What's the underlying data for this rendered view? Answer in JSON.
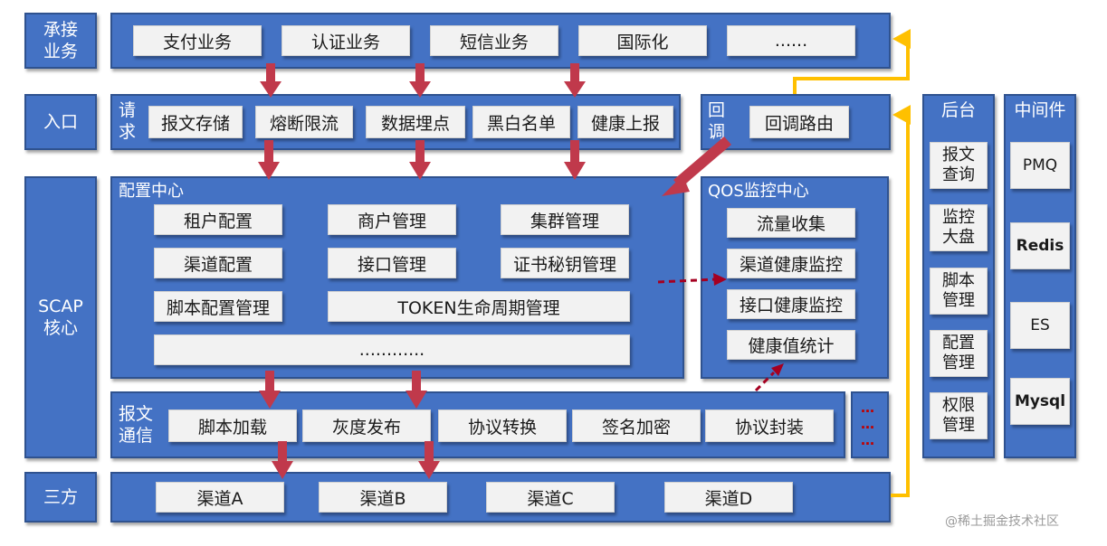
{
  "layers": {
    "chengjie": "承接\n业务",
    "rukou": "入口",
    "scap": "SCAP\n核心",
    "sanfang": "三方"
  },
  "business": [
    "支付业务",
    "认证业务",
    "短信业务",
    "国际化",
    "......"
  ],
  "entry": {
    "label": "请\n求",
    "items": [
      "报文存储",
      "熔断限流",
      "数据埋点",
      "黑白名单",
      "健康上报"
    ]
  },
  "callback": {
    "label": "回\n调",
    "item": "回调路由"
  },
  "config_center": {
    "title": "配置中心",
    "items": [
      "租户配置",
      "商户管理",
      "集群管理",
      "渠道配置",
      "接口管理",
      "证书秘钥管理",
      "脚本配置管理",
      "TOKEN生命周期管理",
      "............"
    ]
  },
  "qos": {
    "title": "QOS监控中心",
    "items": [
      "流量收集",
      "渠道健康监控",
      "接口健康监控",
      "健康值统计"
    ]
  },
  "message": {
    "label": "报文\n通信",
    "items": [
      "脚本加载",
      "灰度发布",
      "协议转换",
      "签名加密",
      "协议封装"
    ],
    "more": "…\n…\n…"
  },
  "channels": [
    "渠道A",
    "渠道B",
    "渠道C",
    "渠道D"
  ],
  "backend": {
    "title": "后台",
    "items": [
      "报文\n查询",
      "监控\n大盘",
      "脚本\n管理",
      "配置\n管理",
      "权限\n管理"
    ]
  },
  "middleware": {
    "title": "中间件",
    "items": [
      "PMQ",
      "Redis",
      "ES",
      "Mysql"
    ]
  },
  "watermark": "@稀土掘金技术社区",
  "colors": {
    "panel": "#4472C4",
    "panel_border": "#2F528F",
    "box": "#F2F2F2",
    "arrow_red": "#C0394B",
    "arrow_dashed": "#A50021",
    "arrow_yellow": "#FFC000"
  }
}
